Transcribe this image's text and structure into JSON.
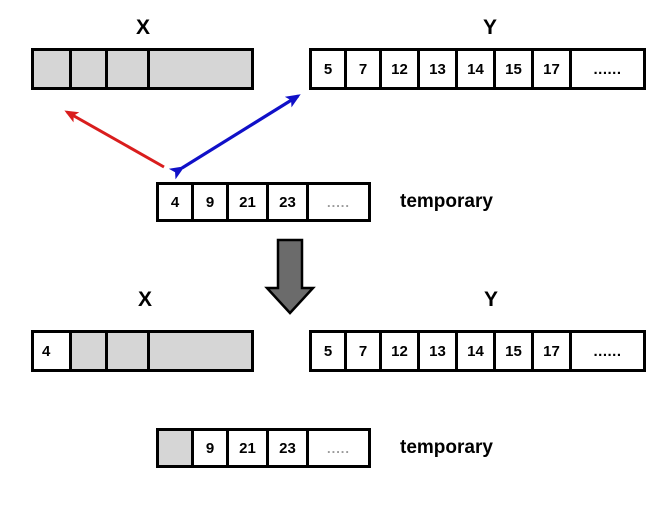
{
  "diagram": {
    "title_top_x": "X",
    "title_top_y": "Y",
    "title_bottom_x": "X",
    "title_bottom_y": "Y",
    "temp_label_top": "temporary",
    "temp_label_bottom": "temporary",
    "colors": {
      "cell_fill": "#d6d6d6",
      "outline": "#000000",
      "arrow_red": "#d91d1d",
      "arrow_blue": "#1010c8",
      "arrow_gray": "#6b6b6b",
      "background": "#ffffff"
    },
    "arrays": {
      "top_x": {
        "name": "X",
        "cells": [
          {
            "value": "",
            "filled": true
          },
          {
            "value": "",
            "filled": true
          },
          {
            "value": "",
            "filled": true
          },
          {
            "value": "",
            "filled": true
          }
        ]
      },
      "top_y": {
        "name": "Y",
        "cells": [
          {
            "value": "5",
            "filled": false
          },
          {
            "value": "7",
            "filled": false
          },
          {
            "value": "12",
            "filled": false
          },
          {
            "value": "13",
            "filled": false
          },
          {
            "value": "14",
            "filled": false
          },
          {
            "value": "15",
            "filled": false
          },
          {
            "value": "17",
            "filled": false
          },
          {
            "value": "......",
            "filled": false
          }
        ]
      },
      "top_temporary": {
        "name": "temporary",
        "cells": [
          {
            "value": "4",
            "filled": false
          },
          {
            "value": "9",
            "filled": false
          },
          {
            "value": "21",
            "filled": false
          },
          {
            "value": "23",
            "filled": false
          },
          {
            "value": ".....",
            "filled": false
          }
        ]
      },
      "bottom_x": {
        "name": "X",
        "cells": [
          {
            "value": "4",
            "filled": false
          },
          {
            "value": "",
            "filled": true
          },
          {
            "value": "",
            "filled": true
          },
          {
            "value": "",
            "filled": true
          }
        ]
      },
      "bottom_y": {
        "name": "Y",
        "cells": [
          {
            "value": "5",
            "filled": false
          },
          {
            "value": "7",
            "filled": false
          },
          {
            "value": "12",
            "filled": false
          },
          {
            "value": "13",
            "filled": false
          },
          {
            "value": "14",
            "filled": false
          },
          {
            "value": "15",
            "filled": false
          },
          {
            "value": "17",
            "filled": false
          },
          {
            "value": "......",
            "filled": false
          }
        ]
      },
      "bottom_temporary": {
        "name": "temporary",
        "cells": [
          {
            "value": "",
            "filled": true
          },
          {
            "value": "9",
            "filled": false
          },
          {
            "value": "21",
            "filled": false
          },
          {
            "value": "23",
            "filled": false
          },
          {
            "value": ".....",
            "filled": false
          }
        ]
      }
    }
  }
}
